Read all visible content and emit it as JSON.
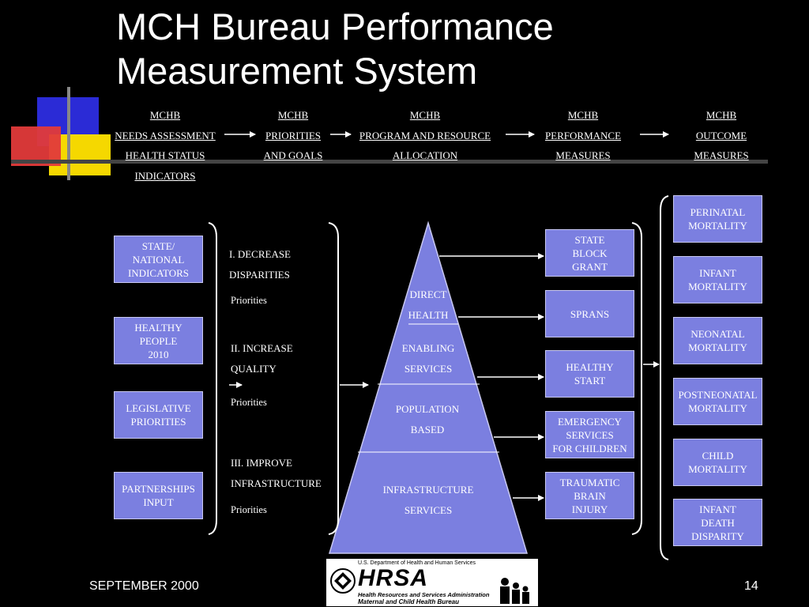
{
  "title": {
    "line1": "MCH Bureau Performance",
    "line2": "Measurement System"
  },
  "flow": [
    {
      "lines": [
        "MCHB",
        "NEEDS ASSESSMENT",
        "HEALTH STATUS",
        "INDICATORS"
      ]
    },
    {
      "lines": [
        "MCHB",
        "PRIORITIES",
        "AND GOALS"
      ]
    },
    {
      "lines": [
        "MCHB",
        "PROGRAM AND RESOURCE",
        "ALLOCATION"
      ]
    },
    {
      "lines": [
        "MCHB",
        "PERFORMANCE",
        "MEASURES"
      ]
    },
    {
      "lines": [
        "MCHB",
        "OUTCOME",
        "MEASURES"
      ]
    }
  ],
  "inputs": [
    {
      "lines": [
        "STATE/",
        "NATIONAL",
        "INDICATORS"
      ]
    },
    {
      "lines": [
        "HEALTHY",
        "PEOPLE",
        "2010"
      ]
    },
    {
      "lines": [
        "LEGISLATIVE",
        "PRIORITIES"
      ]
    },
    {
      "lines": [
        "PARTNERSHIPS",
        "INPUT"
      ]
    }
  ],
  "priorities": [
    {
      "lines": [
        "I. DECREASE",
        "DISPARITIES"
      ],
      "sub": "Priorities"
    },
    {
      "lines": [
        "II. INCREASE",
        "QUALITY"
      ],
      "sub": "Priorities"
    },
    {
      "lines": [
        "III. IMPROVE",
        "INFRASTRUCTURE"
      ],
      "sub": "Priorities"
    }
  ],
  "pyramid": [
    {
      "lines": [
        "DIRECT",
        "HEALTH"
      ]
    },
    {
      "lines": [
        "ENABLING",
        "SERVICES"
      ]
    },
    {
      "lines": [
        "POPULATION",
        "BASED"
      ]
    },
    {
      "lines": [
        "INFRASTRUCTURE",
        "SERVICES"
      ]
    }
  ],
  "programs": [
    {
      "lines": [
        "STATE",
        "BLOCK",
        "GRANT"
      ]
    },
    {
      "lines": [
        "SPRANS"
      ]
    },
    {
      "lines": [
        "HEALTHY",
        "START"
      ]
    },
    {
      "lines": [
        "EMERGENCY",
        "SERVICES",
        "FOR CHILDREN"
      ]
    },
    {
      "lines": [
        "TRAUMATIC",
        "BRAIN",
        "INJURY"
      ]
    }
  ],
  "outcomes": [
    {
      "lines": [
        "PERINATAL",
        "MORTALITY"
      ]
    },
    {
      "lines": [
        "INFANT",
        "MORTALITY"
      ]
    },
    {
      "lines": [
        "NEONATAL",
        "MORTALITY"
      ]
    },
    {
      "lines": [
        "POSTNEONATAL",
        "MORTALITY"
      ]
    },
    {
      "lines": [
        "CHILD",
        "MORTALITY"
      ]
    },
    {
      "lines": [
        "INFANT",
        "DEATH",
        "DISPARITY"
      ]
    }
  ],
  "footer": {
    "date": "SEPTEMBER 2000",
    "page": "14"
  },
  "logo": {
    "dept": "U.S. Department of Health and Human Services",
    "name": "HRSA",
    "line1": "Health Resources and Services Administration",
    "line2": "Maternal and Child Health Bureau"
  },
  "colors": {
    "background": "#000000",
    "box_fill": "#7b7fe0",
    "pyramid_fill": "#7b7fe0",
    "deco_blue": "#2b2bd6",
    "deco_red": "#e23a3a",
    "deco_yellow": "#f5d800"
  }
}
